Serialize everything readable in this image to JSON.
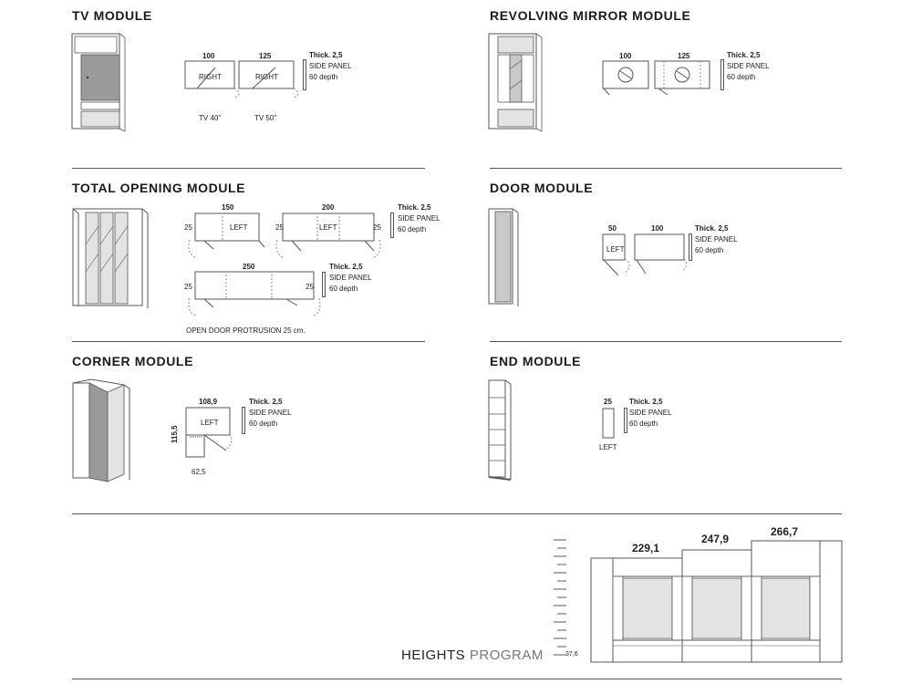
{
  "modules": {
    "tv": {
      "title": "TV MODULE",
      "w1": "100",
      "w2": "125",
      "in1": "RIGHT",
      "in2": "RIGHT",
      "cap1": "TV 40\"",
      "cap2": "TV 50\"",
      "thick": "Thick. 2,5",
      "side": "SIDE PANEL",
      "depth": "60 depth"
    },
    "mirror": {
      "title": "REVOLVING MIRROR MODULE",
      "w1": "100",
      "w2": "125",
      "thick": "Thick. 2,5",
      "side": "SIDE PANEL",
      "depth": "60 depth"
    },
    "total": {
      "title": "TOTAL OPENING MODULE",
      "w1": "150",
      "w2": "200",
      "w3": "250",
      "side_a": "25",
      "side_b": "25",
      "side_c": "25",
      "side_d": "25",
      "side_e": "25",
      "in1": "LEFT",
      "in2": "LEFT",
      "thick": "Thick. 2,5",
      "side": "SIDE PANEL",
      "depth": "60 depth",
      "note": "OPEN DOOR PROTRUSION 25 cm."
    },
    "door": {
      "title": "DOOR MODULE",
      "w1": "50",
      "w2": "100",
      "in1": "LEFT",
      "thick": "Thick. 2,5",
      "side": "SIDE PANEL",
      "depth": "60 depth"
    },
    "corner": {
      "title": "CORNER MODULE",
      "w1": "108,9",
      "h1": "115,5",
      "in1": "LEFT",
      "w2": "62,5",
      "thick": "Thick. 2,5",
      "side": "SIDE PANEL",
      "depth": "60 depth"
    },
    "end": {
      "title": "END MODULE",
      "w1": "25",
      "cap1": "LEFT",
      "thick": "Thick. 2,5",
      "side": "SIDE PANEL",
      "depth": "60 depth"
    }
  },
  "heights": {
    "label_a": "HEIGHTS",
    "label_b": "PROGRAM",
    "base": "37,6",
    "values": [
      "229,1",
      "247,9",
      "266,7"
    ]
  },
  "colors": {
    "line": "#555555",
    "panel": "#9a9a9a",
    "glass": "#c9c9c9",
    "light": "#e3e3e3"
  }
}
